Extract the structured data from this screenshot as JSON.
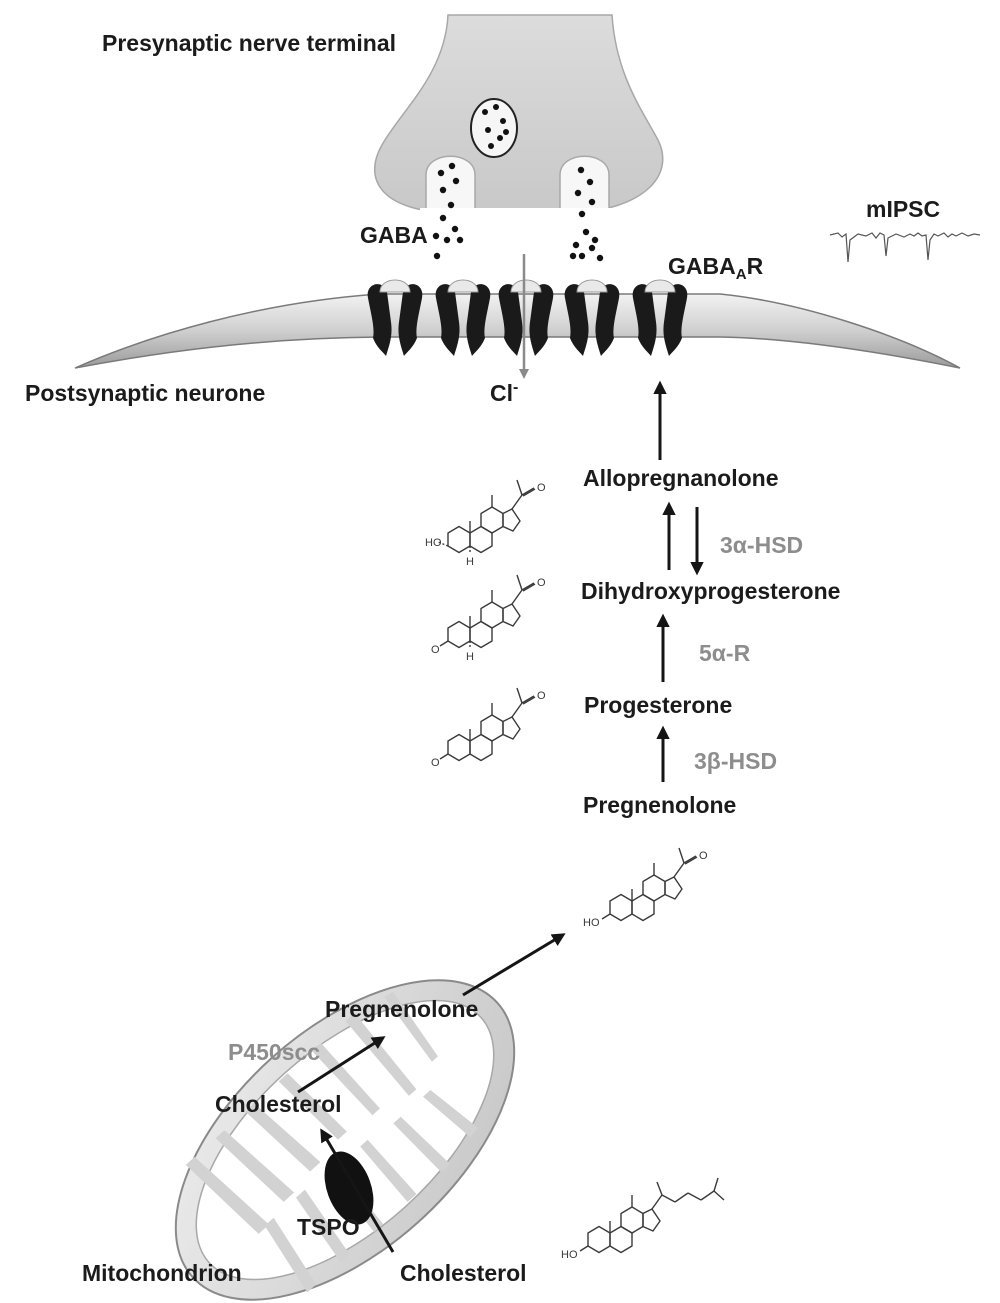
{
  "labels": {
    "presynaptic": "Presynaptic nerve terminal",
    "gaba": "GABA",
    "mipsc": "mIPSC",
    "gabaar_main": "GABA",
    "gabaar_sub": "A",
    "gabaar_tail": "R",
    "postsynaptic": "Postsynaptic neurone",
    "cl_main": "Cl",
    "cl_sup": "-",
    "allopregnanolone": "Allopregnanolone",
    "dihydroxyprogesterone": "Dihydroxyprogesterone",
    "progesterone": "Progesterone",
    "pregnenolone_upper": "Pregnenolone",
    "pregnenolone_mito": "Pregnenolone",
    "cholesterol_mito": "Cholesterol",
    "cholesterol_outer": "Cholesterol",
    "tspo": "TSPO",
    "mitochondrion": "Mitochondrion"
  },
  "enzymes": {
    "hsd3a": "3α-HSD",
    "r5a": "5α-R",
    "hsd3b": "3β-HSD",
    "p450scc": "P450scc"
  },
  "molecule_text": {
    "ho": "HO",
    "o": "O",
    "h": "H"
  },
  "colors": {
    "text": "#1b1b1b",
    "enzyme": "#8d8d8d",
    "membrane": "#d8d8d8",
    "receptor": "#1a1a1a",
    "cl_arrow": "#8a8a8a"
  }
}
